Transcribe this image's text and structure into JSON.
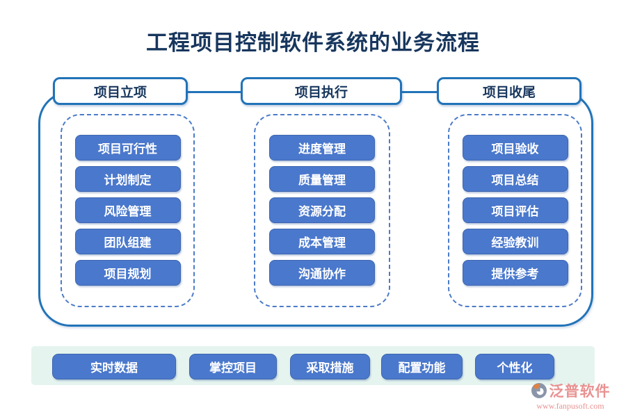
{
  "title": "工程项目控制软件系统的业务流程",
  "phases": [
    {
      "label": "项目立项",
      "items": [
        "项目可行性",
        "计划制定",
        "风险管理",
        "团队组建",
        "项目规划"
      ]
    },
    {
      "label": "项目执行",
      "items": [
        "进度管理",
        "质量管理",
        "资源分配",
        "成本管理",
        "沟通协作"
      ]
    },
    {
      "label": "项目收尾",
      "items": [
        "项目验收",
        "项目总结",
        "项目评估",
        "经验教训",
        "提供参考"
      ]
    }
  ],
  "footer": {
    "buttons": [
      "实时数据",
      "掌控项目",
      "采取措施",
      "配置功能",
      "个性化"
    ]
  },
  "brand": {
    "name": "泛普软件",
    "url": "www.fanpusoft.com"
  },
  "colors": {
    "line_blue": "#2173B8",
    "button_blue": "#4A78CC",
    "title_navy": "#17365D",
    "footer_bg": "#E5F4EE",
    "brand_pink": "#E89292",
    "logo_gray": "#8B95A9",
    "logo_orange": "#E0823F"
  }
}
